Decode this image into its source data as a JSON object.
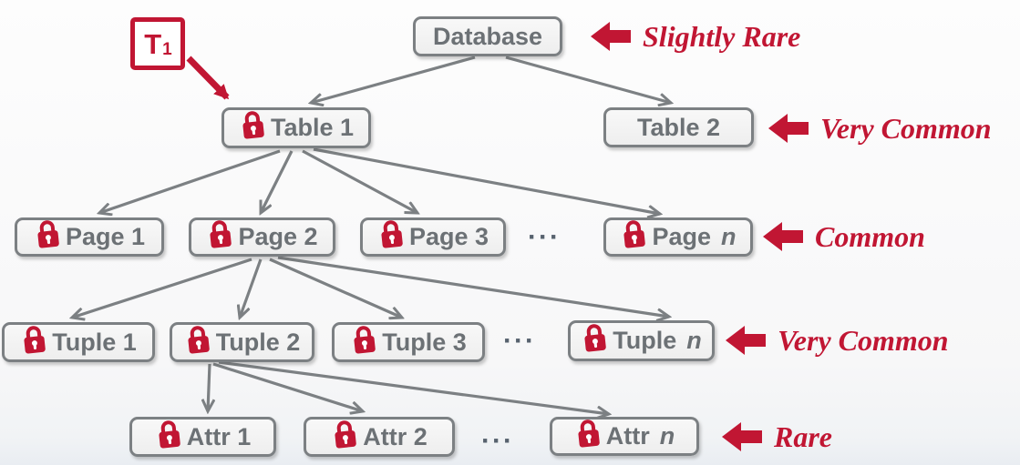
{
  "diagram": {
    "nodes": [
      {
        "id": "database",
        "label": "Database",
        "italic_suffix": "",
        "lock": false
      },
      {
        "id": "table1",
        "label": "Table 1",
        "italic_suffix": "",
        "lock": true
      },
      {
        "id": "table2",
        "label": "Table 2",
        "italic_suffix": "",
        "lock": false
      },
      {
        "id": "page1",
        "label": "Page 1",
        "italic_suffix": "",
        "lock": true
      },
      {
        "id": "page2",
        "label": "Page 2",
        "italic_suffix": "",
        "lock": true
      },
      {
        "id": "page3",
        "label": "Page 3",
        "italic_suffix": "",
        "lock": true
      },
      {
        "id": "pagen",
        "label": "Page",
        "italic_suffix": "n",
        "lock": true
      },
      {
        "id": "tuple1",
        "label": "Tuple 1",
        "italic_suffix": "",
        "lock": true
      },
      {
        "id": "tuple2",
        "label": "Tuple 2",
        "italic_suffix": "",
        "lock": true
      },
      {
        "id": "tuple3",
        "label": "Tuple 3",
        "italic_suffix": "",
        "lock": true
      },
      {
        "id": "tuplen",
        "label": "Tuple",
        "italic_suffix": "n",
        "lock": true
      },
      {
        "id": "attr1",
        "label": "Attr 1",
        "italic_suffix": "",
        "lock": true
      },
      {
        "id": "attr2",
        "label": "Attr 2",
        "italic_suffix": "",
        "lock": true
      },
      {
        "id": "attrn",
        "label": "Attr",
        "italic_suffix": "n",
        "lock": true
      }
    ],
    "edges": [
      {
        "from": "database",
        "to": "table1"
      },
      {
        "from": "database",
        "to": "table2"
      },
      {
        "from": "table1",
        "to": "page1"
      },
      {
        "from": "table1",
        "to": "page2"
      },
      {
        "from": "table1",
        "to": "page3"
      },
      {
        "from": "table1",
        "to": "pagen"
      },
      {
        "from": "page2",
        "to": "tuple1"
      },
      {
        "from": "page2",
        "to": "tuple2"
      },
      {
        "from": "page2",
        "to": "tuple3"
      },
      {
        "from": "page2",
        "to": "tuplen"
      },
      {
        "from": "tuple2",
        "to": "attr1"
      },
      {
        "from": "tuple2",
        "to": "attr2"
      },
      {
        "from": "tuple2",
        "to": "attrn"
      }
    ],
    "ellipsis": [
      {
        "row": "pages",
        "text": "···"
      },
      {
        "row": "tuples",
        "text": "···"
      },
      {
        "row": "attrs",
        "text": "···"
      }
    ]
  },
  "annotations": [
    {
      "id": "row-database",
      "label": "Slightly Rare"
    },
    {
      "id": "row-tables",
      "label": "Very Common"
    },
    {
      "id": "row-pages",
      "label": "Common"
    },
    {
      "id": "row-tuples",
      "label": "Very Common"
    },
    {
      "id": "row-attrs",
      "label": "Rare"
    }
  ],
  "transaction_marker": {
    "label": "T",
    "subscript": "1"
  },
  "colors": {
    "accent_red": "#C11633",
    "box_border": "#7C8083",
    "box_text": "#6C7175",
    "arrow_gray": "#7C8083"
  }
}
